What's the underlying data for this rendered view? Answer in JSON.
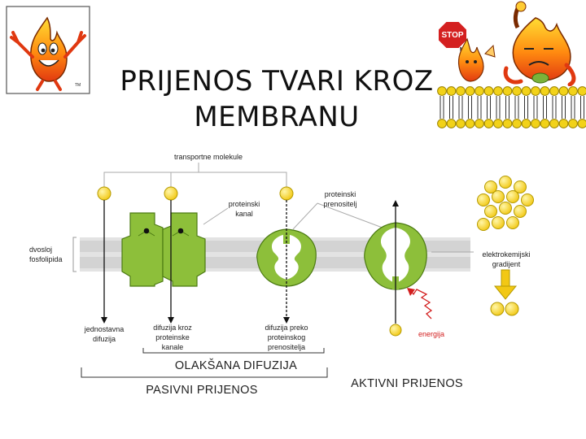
{
  "slide": {
    "title_line1": "PRIJENOS TVARI KROZ",
    "title_line2": "MEMBRANU"
  },
  "clipart": {
    "stop_sign_text": "STOP"
  },
  "diagram": {
    "transport_molecules": "transportne molekule",
    "protein_channel_l1": "proteinski",
    "protein_channel_l2": "kanal",
    "protein_carrier_l1": "proteinski",
    "protein_carrier_l2": "prenositelj",
    "bilayer_l1": "dvosloj",
    "bilayer_l2": "fosfolipida",
    "electrochem_l1": "elektrokemijski",
    "electrochem_l2": "gradijent",
    "simple_diff_l1": "jednostavna",
    "simple_diff_l2": "difuzija",
    "channel_diff_l1": "difuzija kroz",
    "channel_diff_l2": "proteinske",
    "channel_diff_l3": "kanale",
    "carrier_diff_l1": "difuzija preko",
    "carrier_diff_l2": "proteinskog",
    "carrier_diff_l3": "prenositelja",
    "energy": "energija",
    "facilitated": "OLAKŠANA DIFUZIJA",
    "passive": "PASIVNI PRIJENOS",
    "active": "AKTIVNI PRIJENOS"
  },
  "colors": {
    "protein_green": "#8dbf3a",
    "molecule_yellow": "#f2d219",
    "membrane_gray": "#dcdcdc",
    "arrow_red": "#d21e1e"
  }
}
